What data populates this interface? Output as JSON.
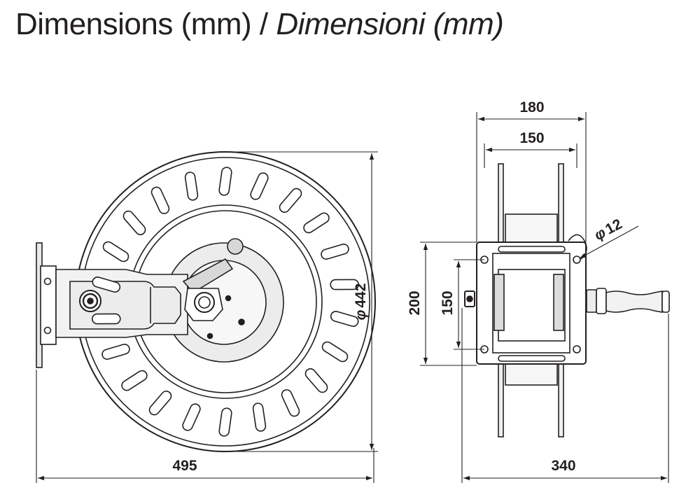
{
  "title": {
    "regular": "Dimensions (mm) / ",
    "italic": "Dimensioni (mm)"
  },
  "dimensions": {
    "front_width": "495",
    "front_diameter": "442",
    "diameter_symbol": "φ",
    "side_outer_width": "180",
    "side_inner_width": "150",
    "plate_height": "200",
    "plate_hole_spacing": "150",
    "hole_diameter": "12",
    "total_depth": "340"
  }
}
